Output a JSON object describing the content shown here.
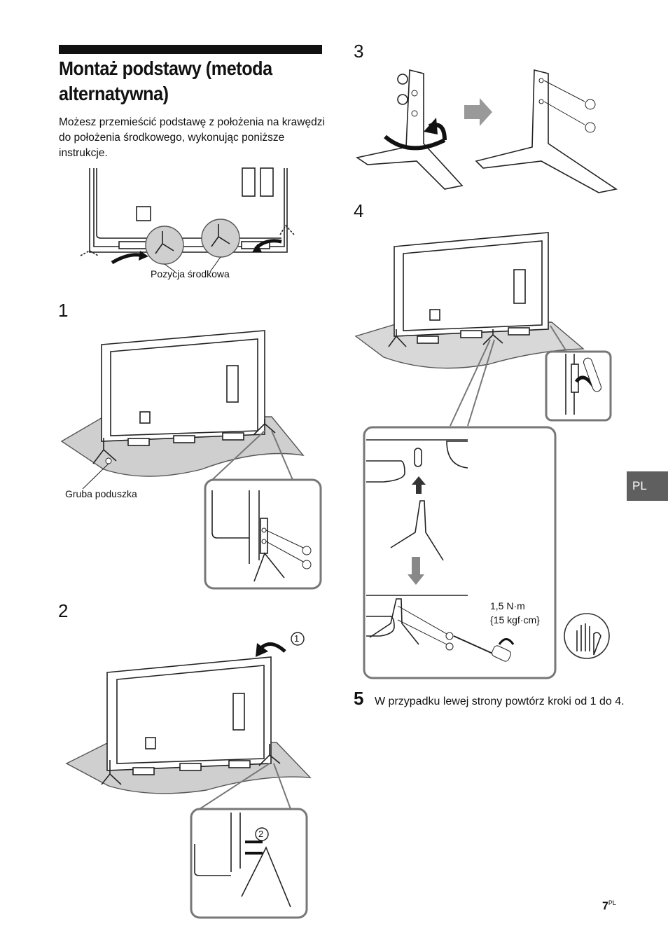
{
  "section": {
    "title_line1": "Montaż podstawy (metoda",
    "title_line2": "alternatywna)",
    "intro": "Możesz przemieścić podstawę z położenia na krawędzi do położenia środkowego, wykonując poniższe instrukcje."
  },
  "figure_top": {
    "caption": "Pozycja środkowa"
  },
  "steps": [
    {
      "number": "1",
      "label": "Gruba poduszka"
    },
    {
      "number": "2",
      "callout1": "1",
      "callout2": "2"
    },
    {
      "number": "3"
    },
    {
      "number": "4",
      "torque_line1": "1,5 N·m",
      "torque_line2": "{15 kgf·cm}"
    },
    {
      "number": "5",
      "text": "W przypadku lewej strony powtórz kroki od 1 do 4."
    }
  ],
  "language_tab": "PL",
  "page": {
    "number": "7",
    "suffix": "PL"
  }
}
